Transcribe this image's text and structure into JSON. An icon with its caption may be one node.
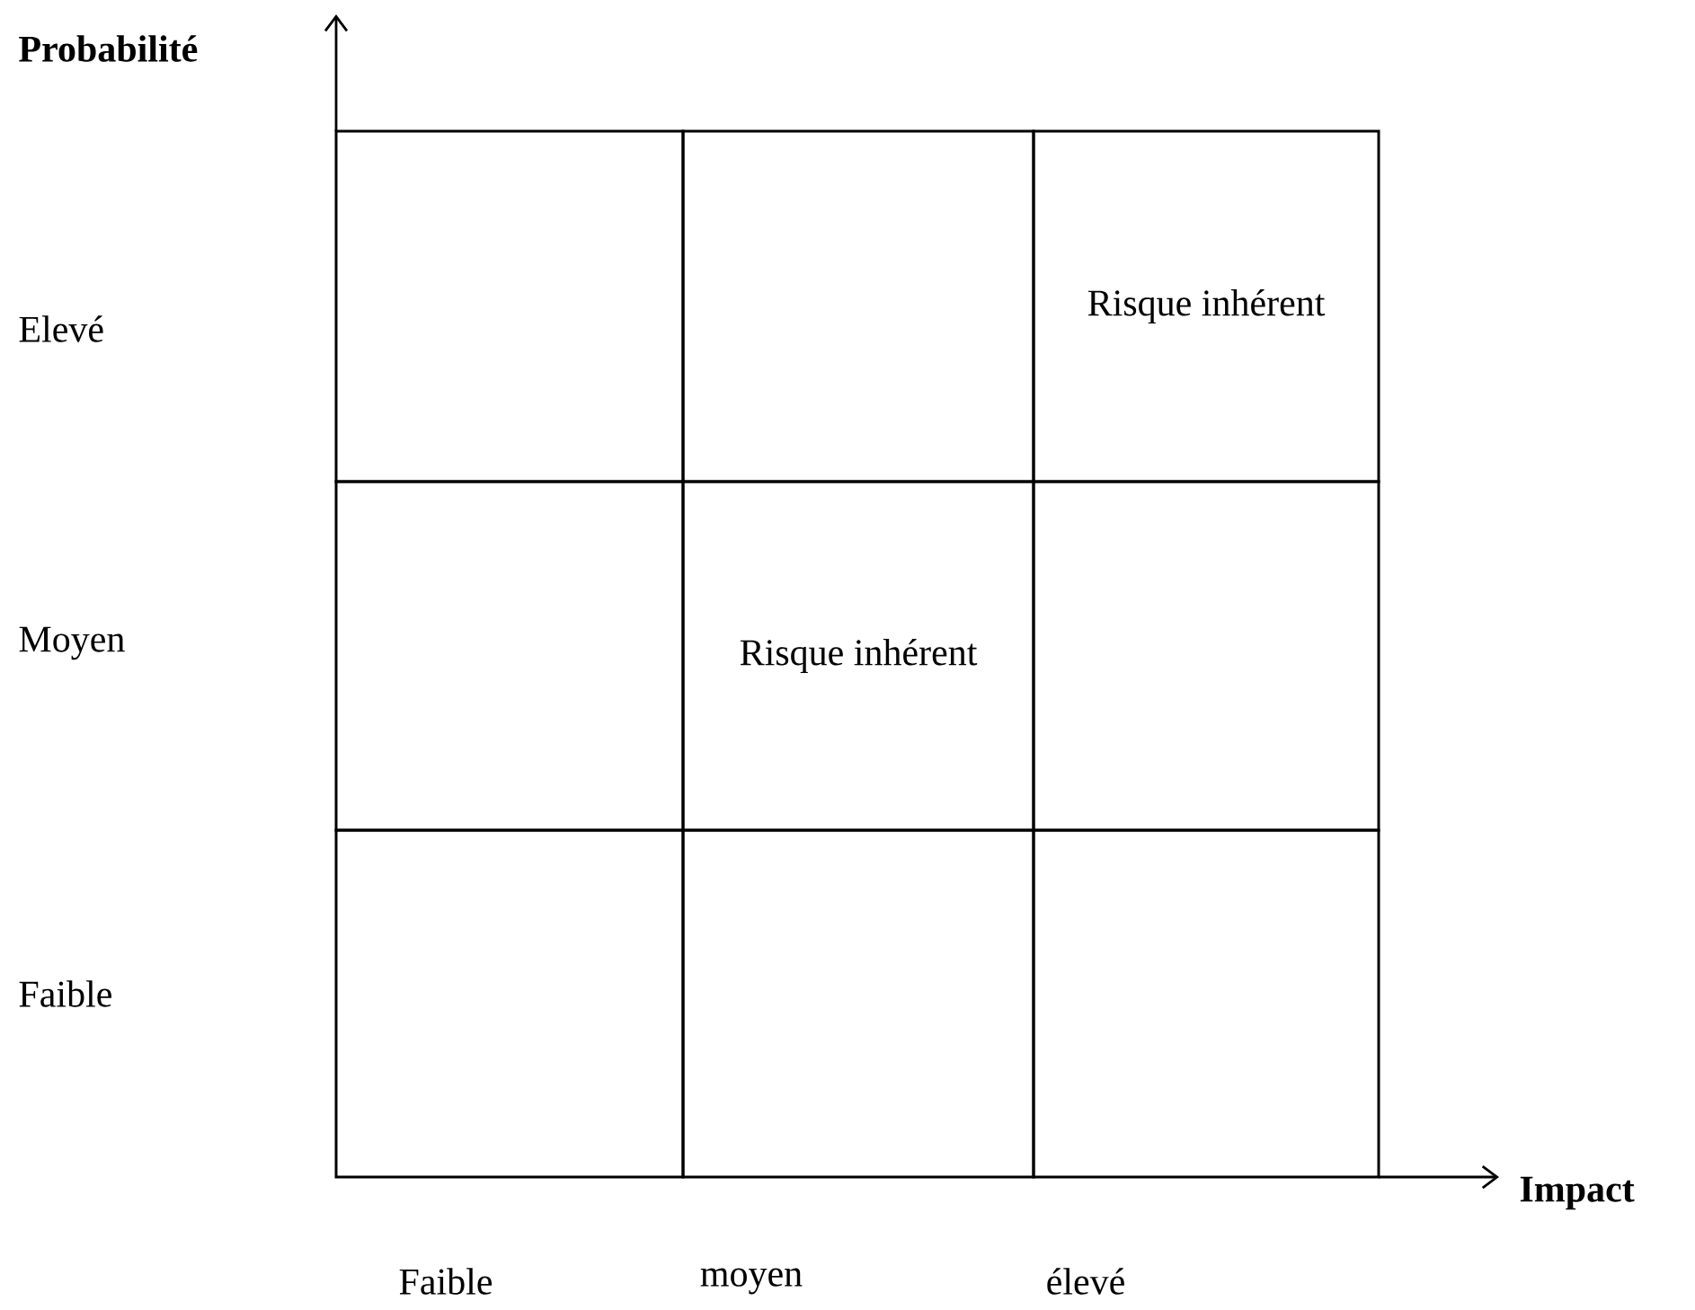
{
  "diagram": {
    "nodes": [
      {
        "text": [],
        "shape": "box"
      },
      {
        "text": [],
        "shape": "box"
      },
      {
        "text": [
          "Risque inhérent"
        ]
      },
      {
        "text": [],
        "shape": "box"
      },
      {
        "text": [
          "Risque inhérent"
        ]
      },
      {
        "text": [],
        "shape": "box"
      },
      {
        "text": [],
        "shape": "box"
      },
      {
        "text": [],
        "shape": "box"
      },
      {
        "text": [],
        "shape": "box"
      }
    ],
    "labels": [
      "Probabilité",
      "Elevé",
      "Moyen",
      "Faible",
      "Impact",
      "Faible",
      "moyen",
      "élevé"
    ]
  }
}
